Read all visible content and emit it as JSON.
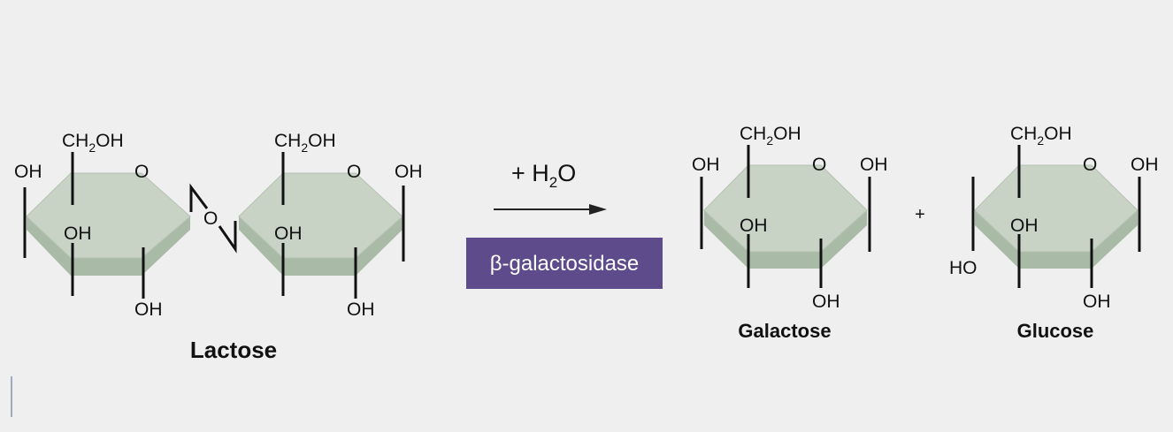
{
  "colors": {
    "background": "#efefef",
    "ring_face": "#c8d3c6",
    "ring_edge": "#a9bba6",
    "enzyme_box": "#5e4b8b",
    "enzyme_text": "#ffffff"
  },
  "lactose": {
    "name": "Lactose",
    "ring1": {
      "ch2oh": "CH",
      "ch2oh_sub": "2",
      "ch2oh_tail": "OH",
      "ring_o": "O",
      "oh_left": "OH",
      "oh_inner": "OH",
      "oh_bottom": "OH"
    },
    "linkage_o": "O",
    "ring2": {
      "ch2oh": "CH",
      "ch2oh_sub": "2",
      "ch2oh_tail": "OH",
      "ring_o": "O",
      "oh_right": "OH",
      "oh_inner": "OH",
      "oh_bottom": "OH"
    }
  },
  "reaction": {
    "reagent_prefix": "+ H",
    "reagent_sub": "2",
    "reagent_suffix": "O",
    "enzyme": "β-galactosidase",
    "plus": "+"
  },
  "galactose": {
    "name": "Galactose",
    "ch2oh": "CH",
    "ch2oh_sub": "2",
    "ch2oh_tail": "OH",
    "ring_o": "O",
    "oh_left": "OH",
    "oh_right": "OH",
    "oh_inner": "OH",
    "oh_bottom": "OH"
  },
  "glucose": {
    "name": "Glucose",
    "ch2oh": "CH",
    "ch2oh_sub": "2",
    "ch2oh_tail": "OH",
    "ring_o": "O",
    "oh_right": "OH",
    "oh_inner": "OH",
    "oh_bottom": "OH",
    "ho_left": "HO"
  }
}
